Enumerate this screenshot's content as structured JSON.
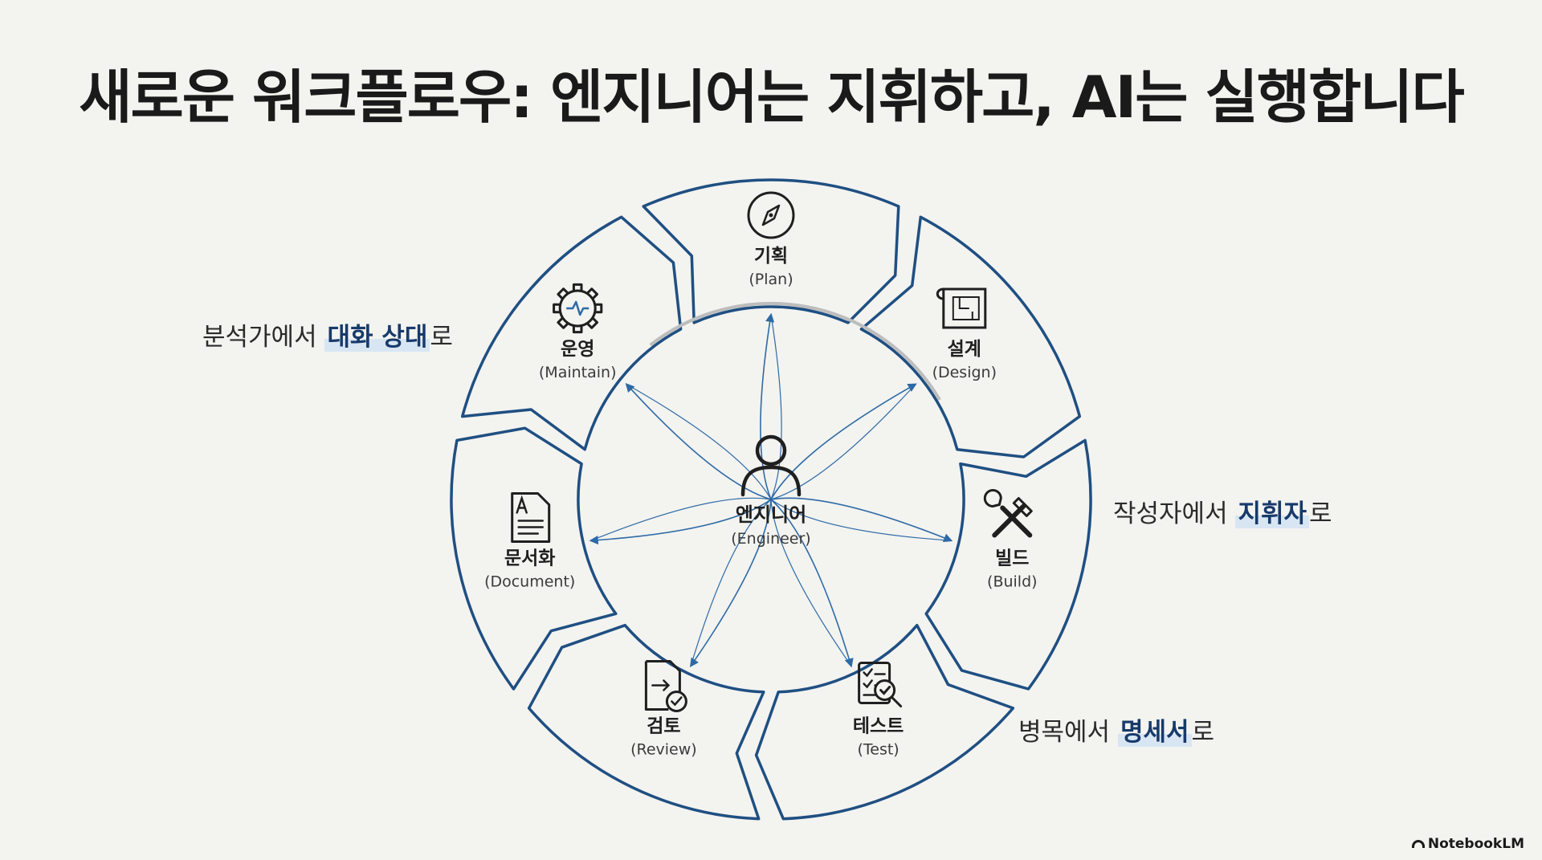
{
  "title": "새로운 워크플로우: 엔지니어는 지휘하고, AI는 실행합니다",
  "center": {
    "label": "엔지니어",
    "sublabel": "(Engineer)",
    "icon": "person-icon"
  },
  "stages": [
    {
      "id": "plan",
      "label": "기획",
      "sublabel": "(Plan)",
      "icon": "compass-icon"
    },
    {
      "id": "design",
      "label": "설계",
      "sublabel": "(Design)",
      "icon": "blueprint-icon"
    },
    {
      "id": "build",
      "label": "빌드",
      "sublabel": "(Build)",
      "icon": "tools-icon"
    },
    {
      "id": "test",
      "label": "테스트",
      "sublabel": "(Test)",
      "icon": "checklist-search-icon"
    },
    {
      "id": "review",
      "label": "검토",
      "sublabel": "(Review)",
      "icon": "document-check-icon"
    },
    {
      "id": "document",
      "label": "문서화",
      "sublabel": "(Document)",
      "icon": "document-text-icon"
    },
    {
      "id": "maintain",
      "label": "운영",
      "sublabel": "(Maintain)",
      "icon": "gear-pulse-icon"
    }
  ],
  "notes": {
    "maintain": {
      "pre": "분석가에서 ",
      "highlight": "대화 상대",
      "post": "로"
    },
    "build": {
      "pre": "작성자에서 ",
      "highlight": "지휘자",
      "post": "로"
    },
    "test": {
      "pre": "병목에서 ",
      "highlight": "명세서",
      "post": "로"
    }
  },
  "colors": {
    "ring": "#1f4f82",
    "ring_light": "#2d6aa5",
    "arc": "#bdbdbd",
    "background": "#f3f3f0"
  },
  "brand": "NotebookLM"
}
